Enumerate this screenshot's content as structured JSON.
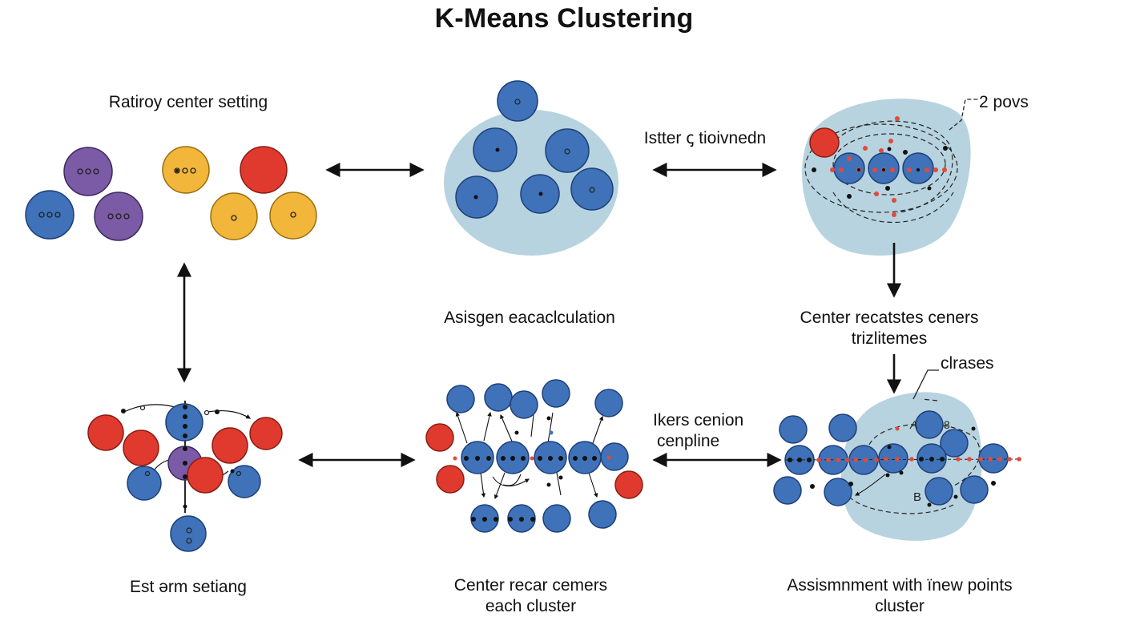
{
  "title": "K-Means Clustering",
  "labels": {
    "random_center": "Ratiroy center setting",
    "assign_calc": "Asisgen eacaclculation",
    "iter_label": "Istter ꞔ tioivnedn",
    "two_povs": "2 povs",
    "center_recast_line1": "Center recatstes ceners",
    "center_recast_line2": "trizlitemes",
    "clrases": "clrases",
    "ikers_line1": "Ikers cenion",
    "ikers_line2": "cenpline",
    "est_arm": "Est ərm setiang",
    "center_recar_line1": "Center recar cemers",
    "center_recar_line2": "each cluster",
    "assignment_line1": "Assismnment with ïnew points",
    "assignment_line2": "cluster",
    "mark_a": "A",
    "mark_8": "8",
    "mark_b": "B"
  },
  "colors": {
    "blue": "#3f72b8",
    "blue_stroke": "#1e3f78",
    "purple": "#7b5aa6",
    "yellow": "#f1b63a",
    "red": "#e03a2e",
    "halo": "#b7d3df",
    "arrow": "#111111",
    "red_dot": "#e24a3a"
  }
}
